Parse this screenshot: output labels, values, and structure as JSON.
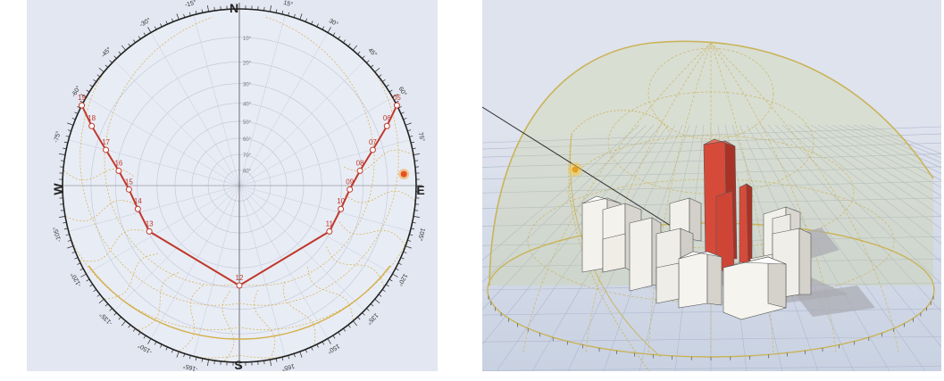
{
  "stereographic": {
    "cardinals": {
      "north": "N",
      "south": "S",
      "east": "E",
      "west": "W"
    },
    "azimuth_labels": [
      {
        "angle": -15,
        "text": "-15°"
      },
      {
        "angle": 15,
        "text": "15°"
      },
      {
        "angle": -30,
        "text": "-30°"
      },
      {
        "angle": 30,
        "text": "30°"
      },
      {
        "angle": -45,
        "text": "-45°"
      },
      {
        "angle": 45,
        "text": "45°"
      },
      {
        "angle": -60,
        "text": "-60°"
      },
      {
        "angle": 60,
        "text": "60°"
      },
      {
        "angle": -75,
        "text": "-75°"
      },
      {
        "angle": 75,
        "text": "75°"
      },
      {
        "angle": -105,
        "text": "-105°"
      },
      {
        "angle": 105,
        "text": "105°"
      },
      {
        "angle": -120,
        "text": "-120°"
      },
      {
        "angle": 120,
        "text": "120°"
      },
      {
        "angle": -135,
        "text": "-135°"
      },
      {
        "angle": 135,
        "text": "135°"
      },
      {
        "angle": -150,
        "text": "-150°"
      },
      {
        "angle": 150,
        "text": "150°"
      },
      {
        "angle": -165,
        "text": "-165°"
      },
      {
        "angle": 165,
        "text": "165°"
      }
    ],
    "altitude_labels": [
      "10°",
      "20°",
      "30°",
      "40°",
      "50°",
      "60°",
      "70°",
      "80°"
    ],
    "sun_path_hours": [
      {
        "label": "19",
        "az": -63,
        "alt": 0
      },
      {
        "label": "18",
        "az": -68,
        "alt": 6
      },
      {
        "label": "17",
        "az": -75,
        "alt": 14
      },
      {
        "label": "16",
        "az": -83,
        "alt": 21
      },
      {
        "label": "15",
        "az": -92,
        "alt": 26
      },
      {
        "label": "14",
        "az": -103,
        "alt": 29
      },
      {
        "label": "13",
        "az": -117,
        "alt": 30.5
      },
      {
        "label": "12",
        "az": -180,
        "alt": 31
      },
      {
        "label": "11",
        "az": 117,
        "alt": 30.5
      },
      {
        "label": "10",
        "az": 103,
        "alt": 29
      },
      {
        "label": "09",
        "az": 92,
        "alt": 26
      },
      {
        "label": "08",
        "az": 83,
        "alt": 21
      },
      {
        "label": "07",
        "az": 75,
        "alt": 14
      },
      {
        "label": "06",
        "az": 68,
        "alt": 6
      },
      {
        "label": "05",
        "az": 63,
        "alt": 0
      }
    ],
    "current_sun": {
      "az": 86,
      "alt": 4
    },
    "colors": {
      "sun_path": "#c0392b",
      "analemma": "#d4b048",
      "outline": "#222222"
    }
  },
  "perspective": {
    "colors": {
      "dome": "#c9cf8e",
      "sun": "#e8a020",
      "highlight_building": "#d64a3a",
      "building": "#f2f0ea"
    }
  }
}
